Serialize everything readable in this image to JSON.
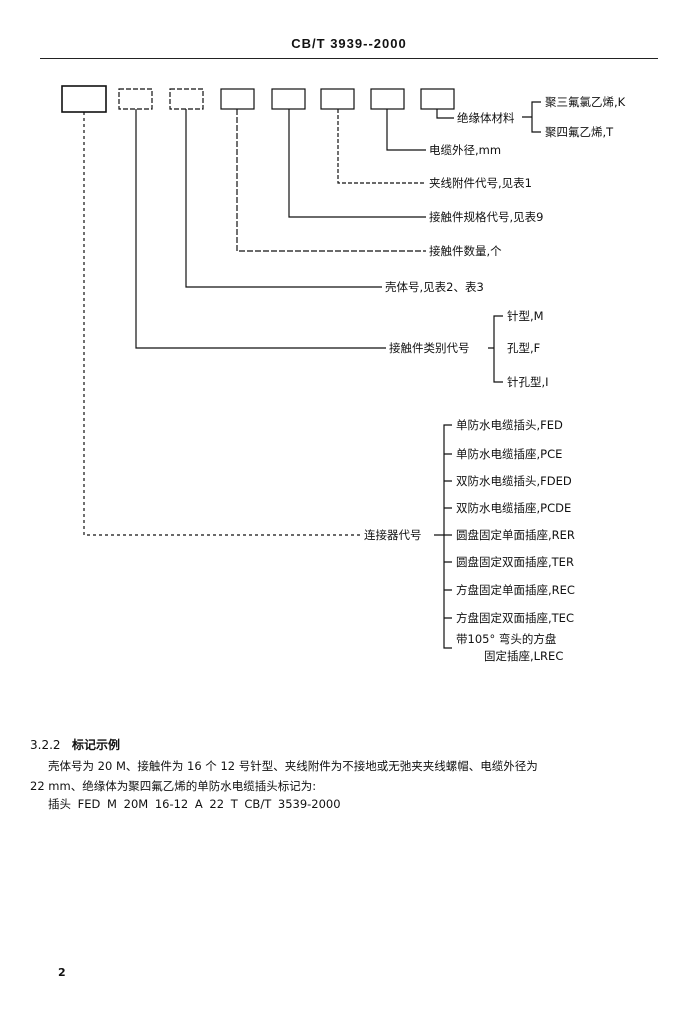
{
  "header": {
    "standard_code": "CB/T 3939--2000"
  },
  "diagram": {
    "labels": [
      {
        "id": "insulator",
        "text": "绝缘体材料"
      },
      {
        "id": "diameter",
        "text": "电缆外径,mm"
      },
      {
        "id": "clamp",
        "text": "夹线附件代号,见表1"
      },
      {
        "id": "contact_spec",
        "text": "接触件规格代号,见表9"
      },
      {
        "id": "contact_qty",
        "text": "接触件数量,个"
      },
      {
        "id": "shell",
        "text": "壳体号,见表2、表3"
      },
      {
        "id": "contact_type",
        "text": "接触件类别代号"
      },
      {
        "id": "connector",
        "text": "连接器代号"
      }
    ],
    "insulator_options": [
      "聚三氟氯乙烯,K",
      "聚四氟乙烯,T"
    ],
    "contact_options": [
      "针型,M",
      "孔型,F",
      "针孔型,I"
    ],
    "connector_options": [
      "单防水电缆插头,FED",
      "单防水电缆插座,PCE",
      "双防水电缆插头,FDED",
      "双防水电缆插座,PCDE",
      "圆盘固定单面插座,RER",
      "圆盘固定双面插座,TER",
      "方盘固定单面插座,REC",
      "方盘固定双面插座,TEC",
      "带105° 弯头的方盘",
      "固定插座,LREC"
    ]
  },
  "section": {
    "number": "3.2.2",
    "title": "标记示例",
    "paragraph_line1": "壳体号为 20 M、接触件为 16 个 12 号针型、夹线附件为不接地或无弛夹夹线螺帽、电缆外径为",
    "paragraph_line2": "22 mm、绝缘体为聚四氟乙烯的单防水电缆插头标记为:",
    "example_text": "插头 FED M 20M 16-12 A 22 T CB/T 3539-2000"
  },
  "page_number": "2"
}
